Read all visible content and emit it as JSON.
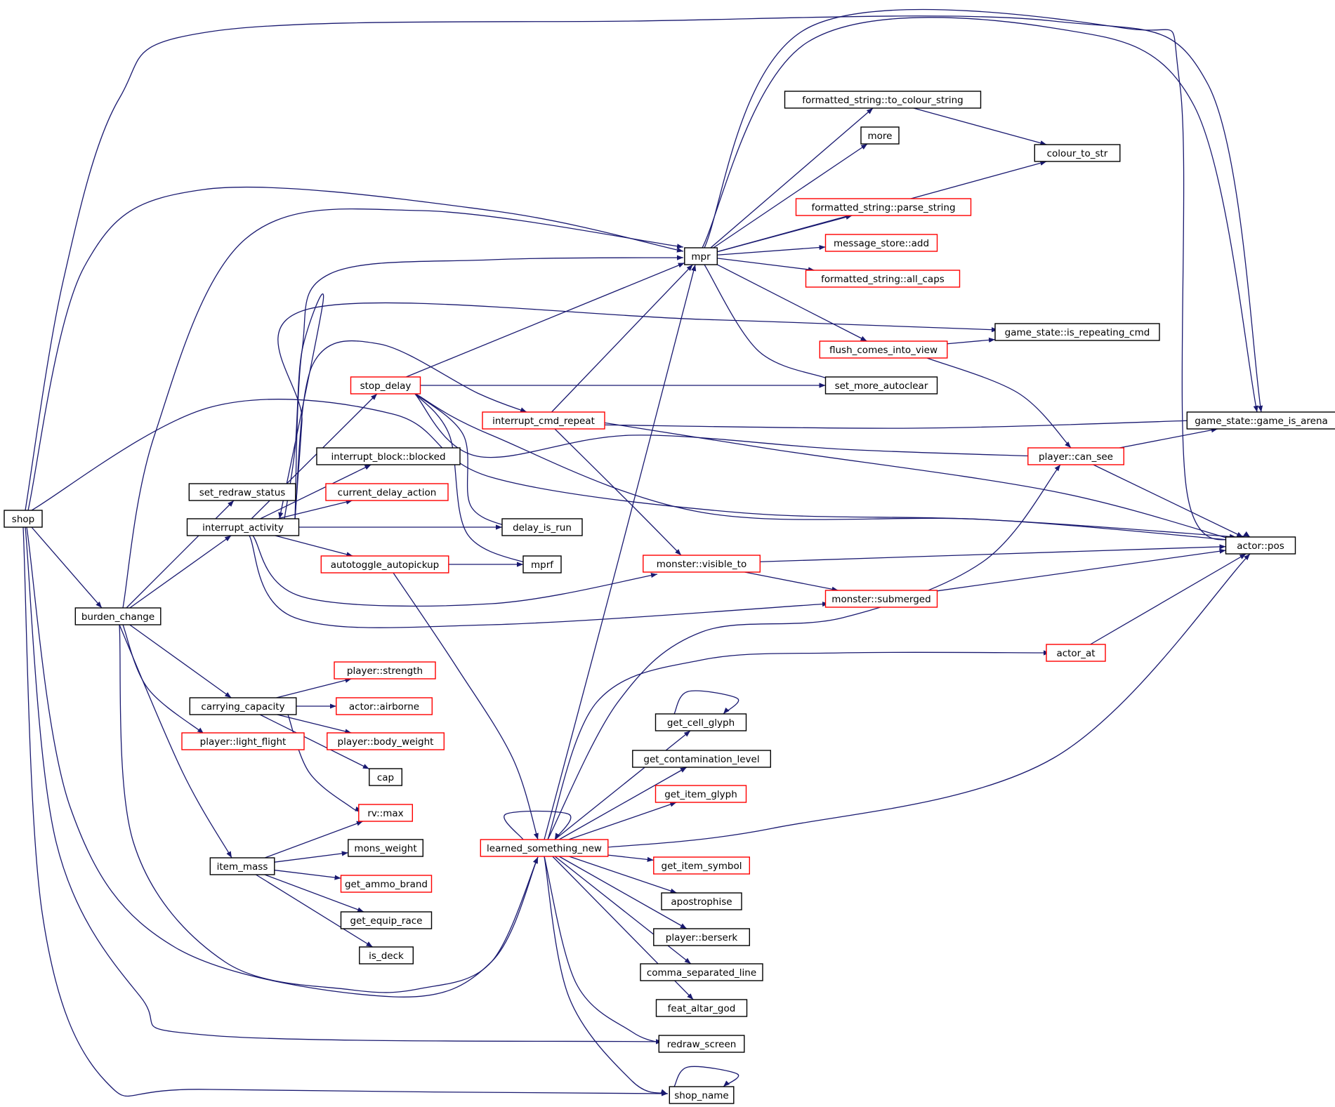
{
  "diagram": {
    "type": "call-graph",
    "colors": {
      "edge": "#191970",
      "node_border_normal": "#000000",
      "node_border_truncated": "#ff0000",
      "root_fill": "#bfbfbf",
      "node_fill": "#ffffff"
    },
    "nodes": [
      {
        "id": "shop",
        "label": "shop",
        "style": "root"
      },
      {
        "id": "burden_change",
        "label": "burden_change",
        "style": "normal"
      },
      {
        "id": "set_redraw_status",
        "label": "set_redraw_status",
        "style": "normal"
      },
      {
        "id": "interrupt_activity",
        "label": "interrupt_activity",
        "style": "normal"
      },
      {
        "id": "carrying_capacity",
        "label": "carrying_capacity",
        "style": "normal"
      },
      {
        "id": "player_light_flight",
        "label": "player::light_flight",
        "style": "truncated"
      },
      {
        "id": "item_mass",
        "label": "item_mass",
        "style": "normal"
      },
      {
        "id": "stop_delay",
        "label": "stop_delay",
        "style": "truncated"
      },
      {
        "id": "interrupt_block_blocked",
        "label": "interrupt_block::blocked",
        "style": "normal"
      },
      {
        "id": "current_delay_action",
        "label": "current_delay_action",
        "style": "truncated"
      },
      {
        "id": "autotoggle_autopickup",
        "label": "autotoggle_autopickup",
        "style": "truncated"
      },
      {
        "id": "player_strength",
        "label": "player::strength",
        "style": "truncated"
      },
      {
        "id": "actor_airborne",
        "label": "actor::airborne",
        "style": "truncated"
      },
      {
        "id": "player_body_weight",
        "label": "player::body_weight",
        "style": "truncated"
      },
      {
        "id": "cap",
        "label": "cap",
        "style": "normal"
      },
      {
        "id": "rv_max",
        "label": "rv::max",
        "style": "truncated"
      },
      {
        "id": "mons_weight",
        "label": "mons_weight",
        "style": "normal"
      },
      {
        "id": "get_ammo_brand",
        "label": "get_ammo_brand",
        "style": "truncated"
      },
      {
        "id": "get_equip_race",
        "label": "get_equip_race",
        "style": "normal"
      },
      {
        "id": "is_deck",
        "label": "is_deck",
        "style": "normal"
      },
      {
        "id": "interrupt_cmd_repeat",
        "label": "interrupt_cmd_repeat",
        "style": "truncated"
      },
      {
        "id": "delay_is_run",
        "label": "delay_is_run",
        "style": "normal"
      },
      {
        "id": "mprf",
        "label": "mprf",
        "style": "normal"
      },
      {
        "id": "learned_something_new",
        "label": "learned_something_new",
        "style": "truncated"
      },
      {
        "id": "mpr",
        "label": "mpr",
        "style": "normal"
      },
      {
        "id": "monster_visible_to",
        "label": "monster::visible_to",
        "style": "truncated"
      },
      {
        "id": "get_cell_glyph",
        "label": "get_cell_glyph",
        "style": "normal"
      },
      {
        "id": "get_contamination_level",
        "label": "get_contamination_level",
        "style": "normal"
      },
      {
        "id": "get_item_glyph",
        "label": "get_item_glyph",
        "style": "truncated"
      },
      {
        "id": "get_item_symbol",
        "label": "get_item_symbol",
        "style": "truncated"
      },
      {
        "id": "apostrophise",
        "label": "apostrophise",
        "style": "normal"
      },
      {
        "id": "player_berserk",
        "label": "player::berserk",
        "style": "normal"
      },
      {
        "id": "comma_separated_line",
        "label": "comma_separated_line",
        "style": "normal"
      },
      {
        "id": "feat_altar_god",
        "label": "feat_altar_god",
        "style": "normal"
      },
      {
        "id": "redraw_screen",
        "label": "redraw_screen",
        "style": "normal"
      },
      {
        "id": "shop_name",
        "label": "shop_name",
        "style": "normal"
      },
      {
        "id": "formatted_string_to_colour_string",
        "label": "formatted_string::to_colour_string",
        "style": "normal"
      },
      {
        "id": "more",
        "label": "more",
        "style": "normal"
      },
      {
        "id": "formatted_string_parse_string",
        "label": "formatted_string::parse_string",
        "style": "truncated"
      },
      {
        "id": "message_store_add",
        "label": "message_store::add",
        "style": "truncated"
      },
      {
        "id": "formatted_string_all_caps",
        "label": "formatted_string::all_caps",
        "style": "truncated"
      },
      {
        "id": "flush_comes_into_view",
        "label": "flush_comes_into_view",
        "style": "truncated"
      },
      {
        "id": "set_more_autoclear",
        "label": "set_more_autoclear",
        "style": "normal"
      },
      {
        "id": "monster_submerged",
        "label": "monster::submerged",
        "style": "truncated"
      },
      {
        "id": "colour_to_str",
        "label": "colour_to_str",
        "style": "normal"
      },
      {
        "id": "game_state_is_repeating_cmd",
        "label": "game_state::is_repeating_cmd",
        "style": "normal"
      },
      {
        "id": "player_can_see",
        "label": "player::can_see",
        "style": "truncated"
      },
      {
        "id": "actor_at",
        "label": "actor_at",
        "style": "truncated"
      },
      {
        "id": "game_state_game_is_arena",
        "label": "game_state::game_is_arena",
        "style": "normal"
      },
      {
        "id": "actor_pos",
        "label": "actor::pos",
        "style": "normal"
      }
    ],
    "edges": [
      [
        "shop",
        "burden_change"
      ],
      [
        "shop",
        "mpr"
      ],
      [
        "shop",
        "game_state_game_is_arena"
      ],
      [
        "shop",
        "actor_pos"
      ],
      [
        "shop",
        "learned_something_new"
      ],
      [
        "shop",
        "redraw_screen"
      ],
      [
        "shop",
        "shop_name"
      ],
      [
        "burden_change",
        "set_redraw_status"
      ],
      [
        "burden_change",
        "interrupt_activity"
      ],
      [
        "burden_change",
        "carrying_capacity"
      ],
      [
        "burden_change",
        "player_light_flight"
      ],
      [
        "burden_change",
        "item_mass"
      ],
      [
        "burden_change",
        "mpr"
      ],
      [
        "burden_change",
        "learned_something_new"
      ],
      [
        "interrupt_activity",
        "stop_delay"
      ],
      [
        "interrupt_activity",
        "interrupt_block_blocked"
      ],
      [
        "interrupt_activity",
        "current_delay_action"
      ],
      [
        "interrupt_activity",
        "delay_is_run"
      ],
      [
        "interrupt_activity",
        "autotoggle_autopickup"
      ],
      [
        "interrupt_activity",
        "mpr"
      ],
      [
        "interrupt_activity",
        "interrupt_cmd_repeat"
      ],
      [
        "interrupt_activity",
        "game_state_is_repeating_cmd"
      ],
      [
        "interrupt_activity",
        "monster_visible_to"
      ],
      [
        "interrupt_activity",
        "monster_submerged"
      ],
      [
        "interrupt_activity",
        "interrupt_activity"
      ],
      [
        "stop_delay",
        "mpr"
      ],
      [
        "stop_delay",
        "set_more_autoclear"
      ],
      [
        "stop_delay",
        "delay_is_run"
      ],
      [
        "stop_delay",
        "mprf"
      ],
      [
        "stop_delay",
        "player_can_see"
      ],
      [
        "stop_delay",
        "actor_pos"
      ],
      [
        "autotoggle_autopickup",
        "mprf"
      ],
      [
        "autotoggle_autopickup",
        "learned_something_new"
      ],
      [
        "interrupt_cmd_repeat",
        "mpr"
      ],
      [
        "interrupt_cmd_repeat",
        "game_state_game_is_arena"
      ],
      [
        "interrupt_cmd_repeat",
        "monster_visible_to"
      ],
      [
        "interrupt_cmd_repeat",
        "actor_pos"
      ],
      [
        "carrying_capacity",
        "player_strength"
      ],
      [
        "carrying_capacity",
        "actor_airborne"
      ],
      [
        "carrying_capacity",
        "player_body_weight"
      ],
      [
        "carrying_capacity",
        "cap"
      ],
      [
        "carrying_capacity",
        "rv_max"
      ],
      [
        "item_mass",
        "rv_max"
      ],
      [
        "item_mass",
        "mons_weight"
      ],
      [
        "item_mass",
        "get_ammo_brand"
      ],
      [
        "item_mass",
        "get_equip_race"
      ],
      [
        "item_mass",
        "is_deck"
      ],
      [
        "mpr",
        "formatted_string_to_colour_string"
      ],
      [
        "mpr",
        "more"
      ],
      [
        "mpr",
        "colour_to_str"
      ],
      [
        "mpr",
        "formatted_string_parse_string"
      ],
      [
        "mpr",
        "message_store_add"
      ],
      [
        "mpr",
        "formatted_string_all_caps"
      ],
      [
        "mpr",
        "flush_comes_into_view"
      ],
      [
        "mpr",
        "set_more_autoclear"
      ],
      [
        "mpr",
        "game_state_game_is_arena"
      ],
      [
        "mpr",
        "actor_pos"
      ],
      [
        "formatted_string_to_colour_string",
        "colour_to_str"
      ],
      [
        "flush_comes_into_view",
        "game_state_is_repeating_cmd"
      ],
      [
        "flush_comes_into_view",
        "player_can_see"
      ],
      [
        "player_can_see",
        "game_state_game_is_arena"
      ],
      [
        "player_can_see",
        "actor_pos"
      ],
      [
        "monster_visible_to",
        "actor_pos"
      ],
      [
        "monster_visible_to",
        "monster_submerged"
      ],
      [
        "monster_submerged",
        "actor_pos"
      ],
      [
        "actor_at",
        "actor_pos"
      ],
      [
        "learned_something_new",
        "mpr"
      ],
      [
        "learned_something_new",
        "player_can_see"
      ],
      [
        "learned_something_new",
        "actor_at"
      ],
      [
        "learned_something_new",
        "actor_pos"
      ],
      [
        "learned_something_new",
        "get_cell_glyph"
      ],
      [
        "learned_something_new",
        "get_contamination_level"
      ],
      [
        "learned_something_new",
        "get_item_glyph"
      ],
      [
        "learned_something_new",
        "get_item_symbol"
      ],
      [
        "learned_something_new",
        "apostrophise"
      ],
      [
        "learned_something_new",
        "player_berserk"
      ],
      [
        "learned_something_new",
        "comma_separated_line"
      ],
      [
        "learned_something_new",
        "feat_altar_god"
      ],
      [
        "learned_something_new",
        "redraw_screen"
      ],
      [
        "learned_something_new",
        "shop_name"
      ],
      [
        "learned_something_new",
        "learned_something_new"
      ],
      [
        "get_cell_glyph",
        "get_cell_glyph"
      ],
      [
        "shop_name",
        "shop_name"
      ]
    ]
  }
}
